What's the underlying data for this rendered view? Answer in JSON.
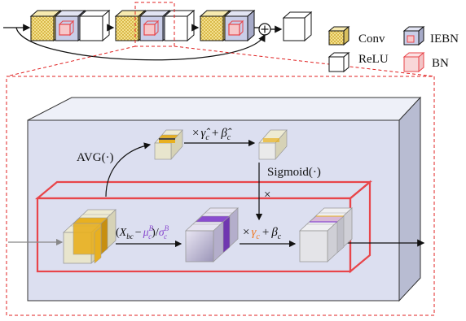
{
  "legend": {
    "conv": "Conv",
    "iebn": "IEBN",
    "relu": "ReLU",
    "bn": "BN"
  },
  "labels": {
    "avg": "AVG(·)",
    "sigmoid": "Sigmoid(·)",
    "times": "×",
    "affine_hat_prefix": "×",
    "gamma_hat": "γ̂",
    "beta_hat": "β̂",
    "c_sub": "c",
    "plus": "+",
    "norm_x": "X",
    "norm_x_sub": "bc",
    "minus": "−",
    "mu": "μ",
    "mu_sup": "B",
    "sigma": "σ",
    "sigma_sup": "B",
    "slash": "/",
    "gamma": "γ",
    "beta": "β"
  },
  "colors": {
    "conv_fill": "#f2df8a",
    "iebn_fill": "#c9cde8",
    "bn_border": "#e8454a",
    "dashed_red": "#e02020",
    "panel_fill": "#dcdff0",
    "gold": "#e8b020",
    "purple": "#8a4ccf",
    "orange": "#f07820"
  }
}
